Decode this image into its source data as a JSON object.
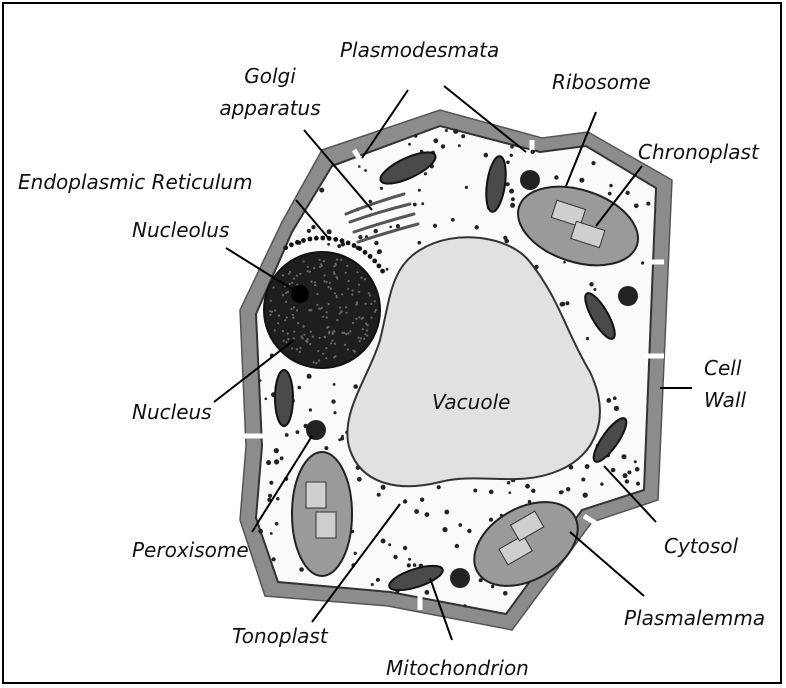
{
  "labels": {
    "plasmodesmata": "Plasmodesmata",
    "golgi_line1": "Golgi",
    "golgi_line2": "apparatus",
    "ribosome": "Ribosome",
    "chronoplast": "Chronoplast",
    "endoplasmic_reticulum": "Endoplasmic Reticulum",
    "nucleolus": "Nucleolus",
    "cell_wall_line1": "Cell",
    "cell_wall_line2": "Wall",
    "vacuole": "Vacuole",
    "nucleus": "Nucleus",
    "peroxisome": "Peroxisome",
    "cytosol": "Cytosol",
    "plasmalemma": "Plasmalemma",
    "tonoplast": "Tonoplast",
    "mitochondrion": "Mitochondrion"
  },
  "colors": {
    "cell_wall": "#8c8c8c",
    "cytoplasm": "#fafafa",
    "vacuole": "#e1e1e1",
    "nucleus": "#1e1e1e",
    "plastid": "#9a9a9a",
    "mitochondrion": "#4a4a4a",
    "granule": "#222222",
    "leader_line": "#000000"
  }
}
